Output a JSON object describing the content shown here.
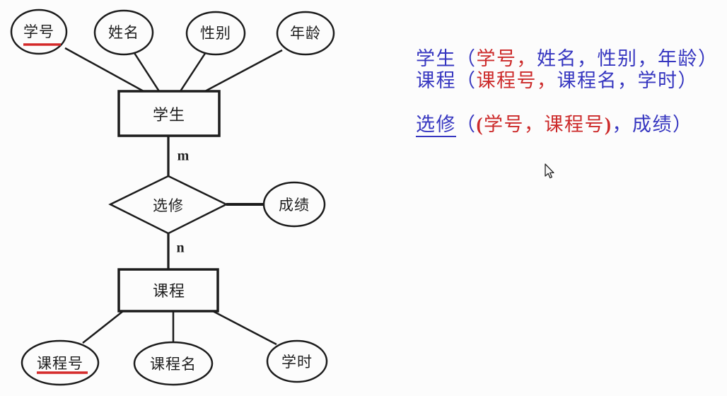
{
  "colors": {
    "schema_blue": "#3636c0",
    "schema_red": "#cc2a2a",
    "primary_key_underline_red": "#d42a2a",
    "diagram_stroke": "#1c1c1c"
  },
  "diagram": {
    "student": {
      "entity_label": "学生",
      "attributes": [
        "学号",
        "姓名",
        "性别",
        "年龄"
      ],
      "primary_key": "学号"
    },
    "course": {
      "entity_label": "课程",
      "attributes": [
        "课程号",
        "课程名",
        "学时"
      ],
      "primary_key": "课程号"
    },
    "relationship": {
      "label": "选修",
      "attribute": "成绩",
      "cardinality_student": "m",
      "cardinality_course": "n"
    }
  },
  "schema": {
    "student_line": {
      "name": "学生",
      "open_paren": "（",
      "key_part": "学号，",
      "rest": "姓名，性别，年龄）"
    },
    "course_line": {
      "name": "课程",
      "open_paren": "（",
      "key_part": "课程号，",
      "rest": "课程名，学时）"
    },
    "elective_line": {
      "name": "选修",
      "open_paren": "（",
      "key_open": "(",
      "key_part": "学号，课程号",
      "key_close": ")",
      "rest": "，成绩）"
    }
  },
  "cursor": {
    "icon": "arrow-pointer-icon"
  }
}
